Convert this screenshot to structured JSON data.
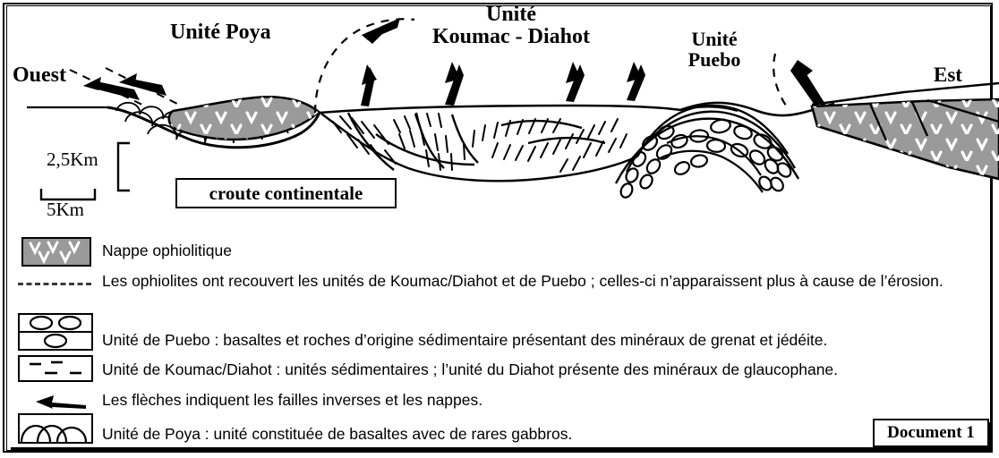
{
  "document": {
    "badge_label": "Document 1"
  },
  "cross_section": {
    "labels": {
      "west": "Ouest",
      "east": "Est",
      "poya": "Unité Poya",
      "koumac_line1": "Unité",
      "koumac_line2": "Koumac - Diahot",
      "puebo_line1": "Unité",
      "puebo_line2": "Puebo",
      "crust_box": "croute continentale"
    },
    "scale": {
      "vertical": "2,5Km",
      "horizontal": "5Km"
    },
    "colors": {
      "ophiolite_fill": "#9a9a9a",
      "line": "#000000",
      "v_symbol": "#ffffff",
      "background": "#ffffff"
    }
  },
  "legend": {
    "items": [
      {
        "symbol": "ophiolite-swatch",
        "text": "Nappe ophiolitique"
      },
      {
        "symbol": "dashed-line",
        "text": "Les ophiolites ont recouvert les unités de Koumac/Diahot et de Puebo ; celles-ci n’apparaissent plus à cause de l’érosion."
      },
      {
        "symbol": "puebo-box",
        "text": "Unité de Puebo : basaltes et roches d’origine sédimentaire présentant des minéraux de grenat et jédéite."
      },
      {
        "symbol": "koumac-box",
        "text": "Unité de Koumac/Diahot : unités sédimentaires ; l’unité du Diahot présente des minéraux de glaucophane."
      },
      {
        "symbol": "arrow",
        "text": "Les flèches indiquent les failles inverses et les nappes."
      },
      {
        "symbol": "poya-box",
        "text": "Unité de Poya : unité constituée de basaltes avec de rares gabbros."
      }
    ]
  }
}
